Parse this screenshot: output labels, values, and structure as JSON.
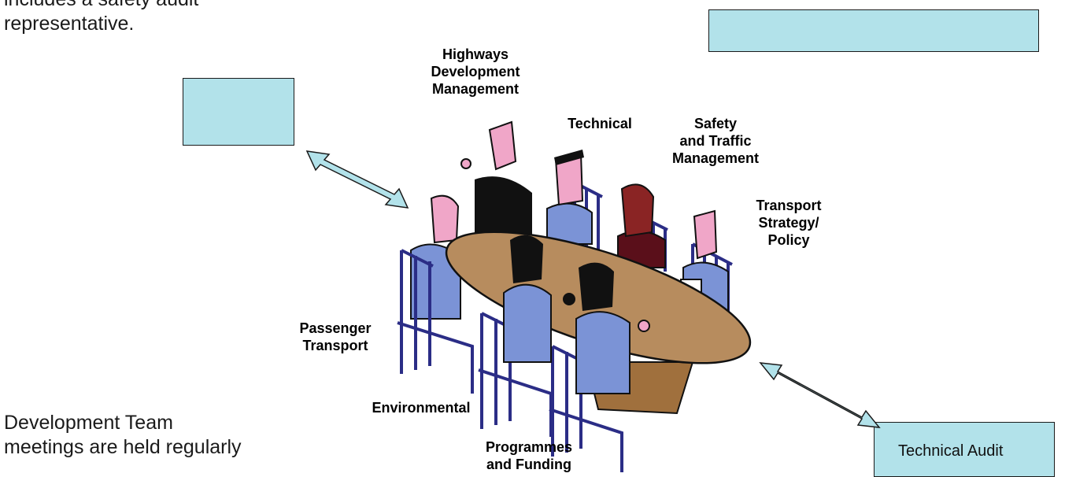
{
  "text": {
    "top_fragment_line1": "includes a safety audit",
    "top_fragment_line2": "representative.",
    "bottom_fragment_line1": "Development Team",
    "bottom_fragment_line2": "meetings are held regularly"
  },
  "labels": {
    "highways": [
      "Highways",
      "Development",
      "Management"
    ],
    "technical": "Technical",
    "safety": [
      "Safety",
      "and Traffic",
      "Management"
    ],
    "transport_strategy": [
      "Transport",
      "Strategy/",
      "Policy"
    ],
    "passenger": [
      "Passenger",
      "Transport"
    ],
    "environmental": "Environmental",
    "programmes": [
      "Programmes",
      "and Funding"
    ]
  },
  "boxes": {
    "technical_audit": "Technical Audit"
  },
  "colors": {
    "box_fill": "#b2e2ea",
    "table": "#b78c5e",
    "chair": "#2b2d86",
    "shirt": "#7b93d6",
    "skin": "#f0a6c8",
    "arrow": "#b2e2ea"
  }
}
